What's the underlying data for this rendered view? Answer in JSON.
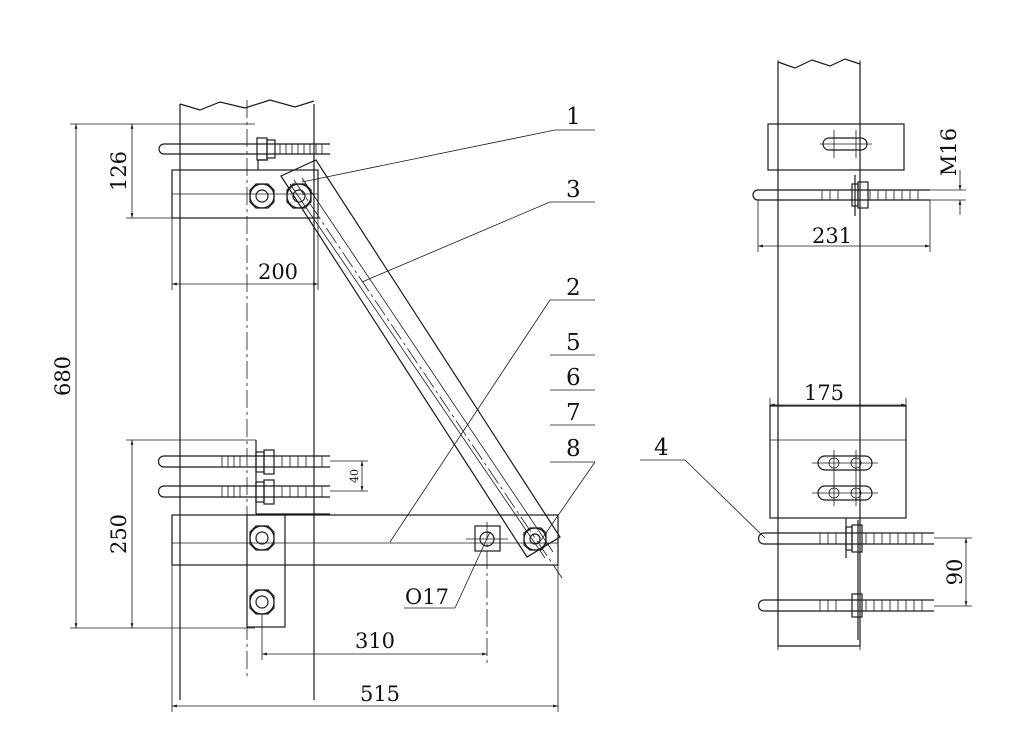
{
  "callouts": {
    "c1": "1",
    "c2": "2",
    "c3": "3",
    "c4": "4",
    "c5": "5",
    "c6": "6",
    "c7": "7",
    "c8": "8"
  },
  "dimensions": {
    "overall_height": "680",
    "top_bracket_height": "126",
    "top_bracket_width": "200",
    "lower_bracket_height": "250",
    "bolt_spacing": "40",
    "hole_diameter": "O17",
    "hole_offset": "310",
    "overall_width": "515",
    "side_bolt_length": "231",
    "thread": "M16",
    "side_plate_width": "175",
    "side_bolt_spacing": "90"
  }
}
